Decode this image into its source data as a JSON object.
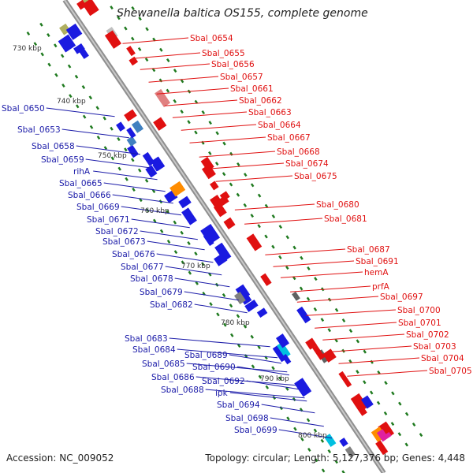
{
  "title": "Shewanella baltica OS155, complete genome",
  "footer": {
    "accession": "Accession: NC_009052",
    "summary": "Topology: circular; Length: 5,127,376 bp; Genes: 4,448"
  },
  "colors": {
    "backbone": "#9b9b9b",
    "tick": "#1f7a1f",
    "left_label": "#1a1aa8",
    "right_label": "#e01010"
  },
  "kbp_ticks": [
    {
      "text": "730 kbp"
    },
    {
      "text": "740 kbp"
    },
    {
      "text": "750 kbp"
    },
    {
      "text": "760 kbp"
    },
    {
      "text": "770 kbp"
    },
    {
      "text": "780 kbp"
    },
    {
      "text": "790 kbp"
    },
    {
      "text": "800 kbp"
    }
  ],
  "left_labels": [
    "Sbal_0650",
    "Sbal_0653",
    "Sbal_0658",
    "Sbal_0659",
    "rihA",
    "Sbal_0665",
    "Sbal_0666",
    "Sbal_0669",
    "Sbal_0671",
    "Sbal_0672",
    "Sbal_0673",
    "Sbal_0676",
    "Sbal_0677",
    "Sbal_0678",
    "Sbal_0679",
    "Sbal_0682",
    "Sbal_0683",
    "Sbal_0684",
    "Sbal_0685",
    "Sbal_0686",
    "Sbal_0688",
    "Sbal_0689",
    "Sbal_0690",
    "Sbal_0692",
    "ipk",
    "Sbal_0694",
    "Sbal_0698",
    "Sbal_0699"
  ],
  "right_labels": [
    "Sbal_0654",
    "Sbal_0655",
    "Sbal_0656",
    "Sbal_0657",
    "Sbal_0661",
    "Sbal_0662",
    "Sbal_0663",
    "Sbal_0664",
    "Sbal_0667",
    "Sbal_0668",
    "Sbal_0674",
    "Sbal_0675",
    "Sbal_0680",
    "Sbal_0681",
    "Sbal_0687",
    "Sbal_0691",
    "hemA",
    "prfA",
    "Sbal_0697",
    "Sbal_0700",
    "Sbal_0701",
    "Sbal_0702",
    "Sbal_0703",
    "Sbal_0704",
    "Sbal_0705"
  ]
}
